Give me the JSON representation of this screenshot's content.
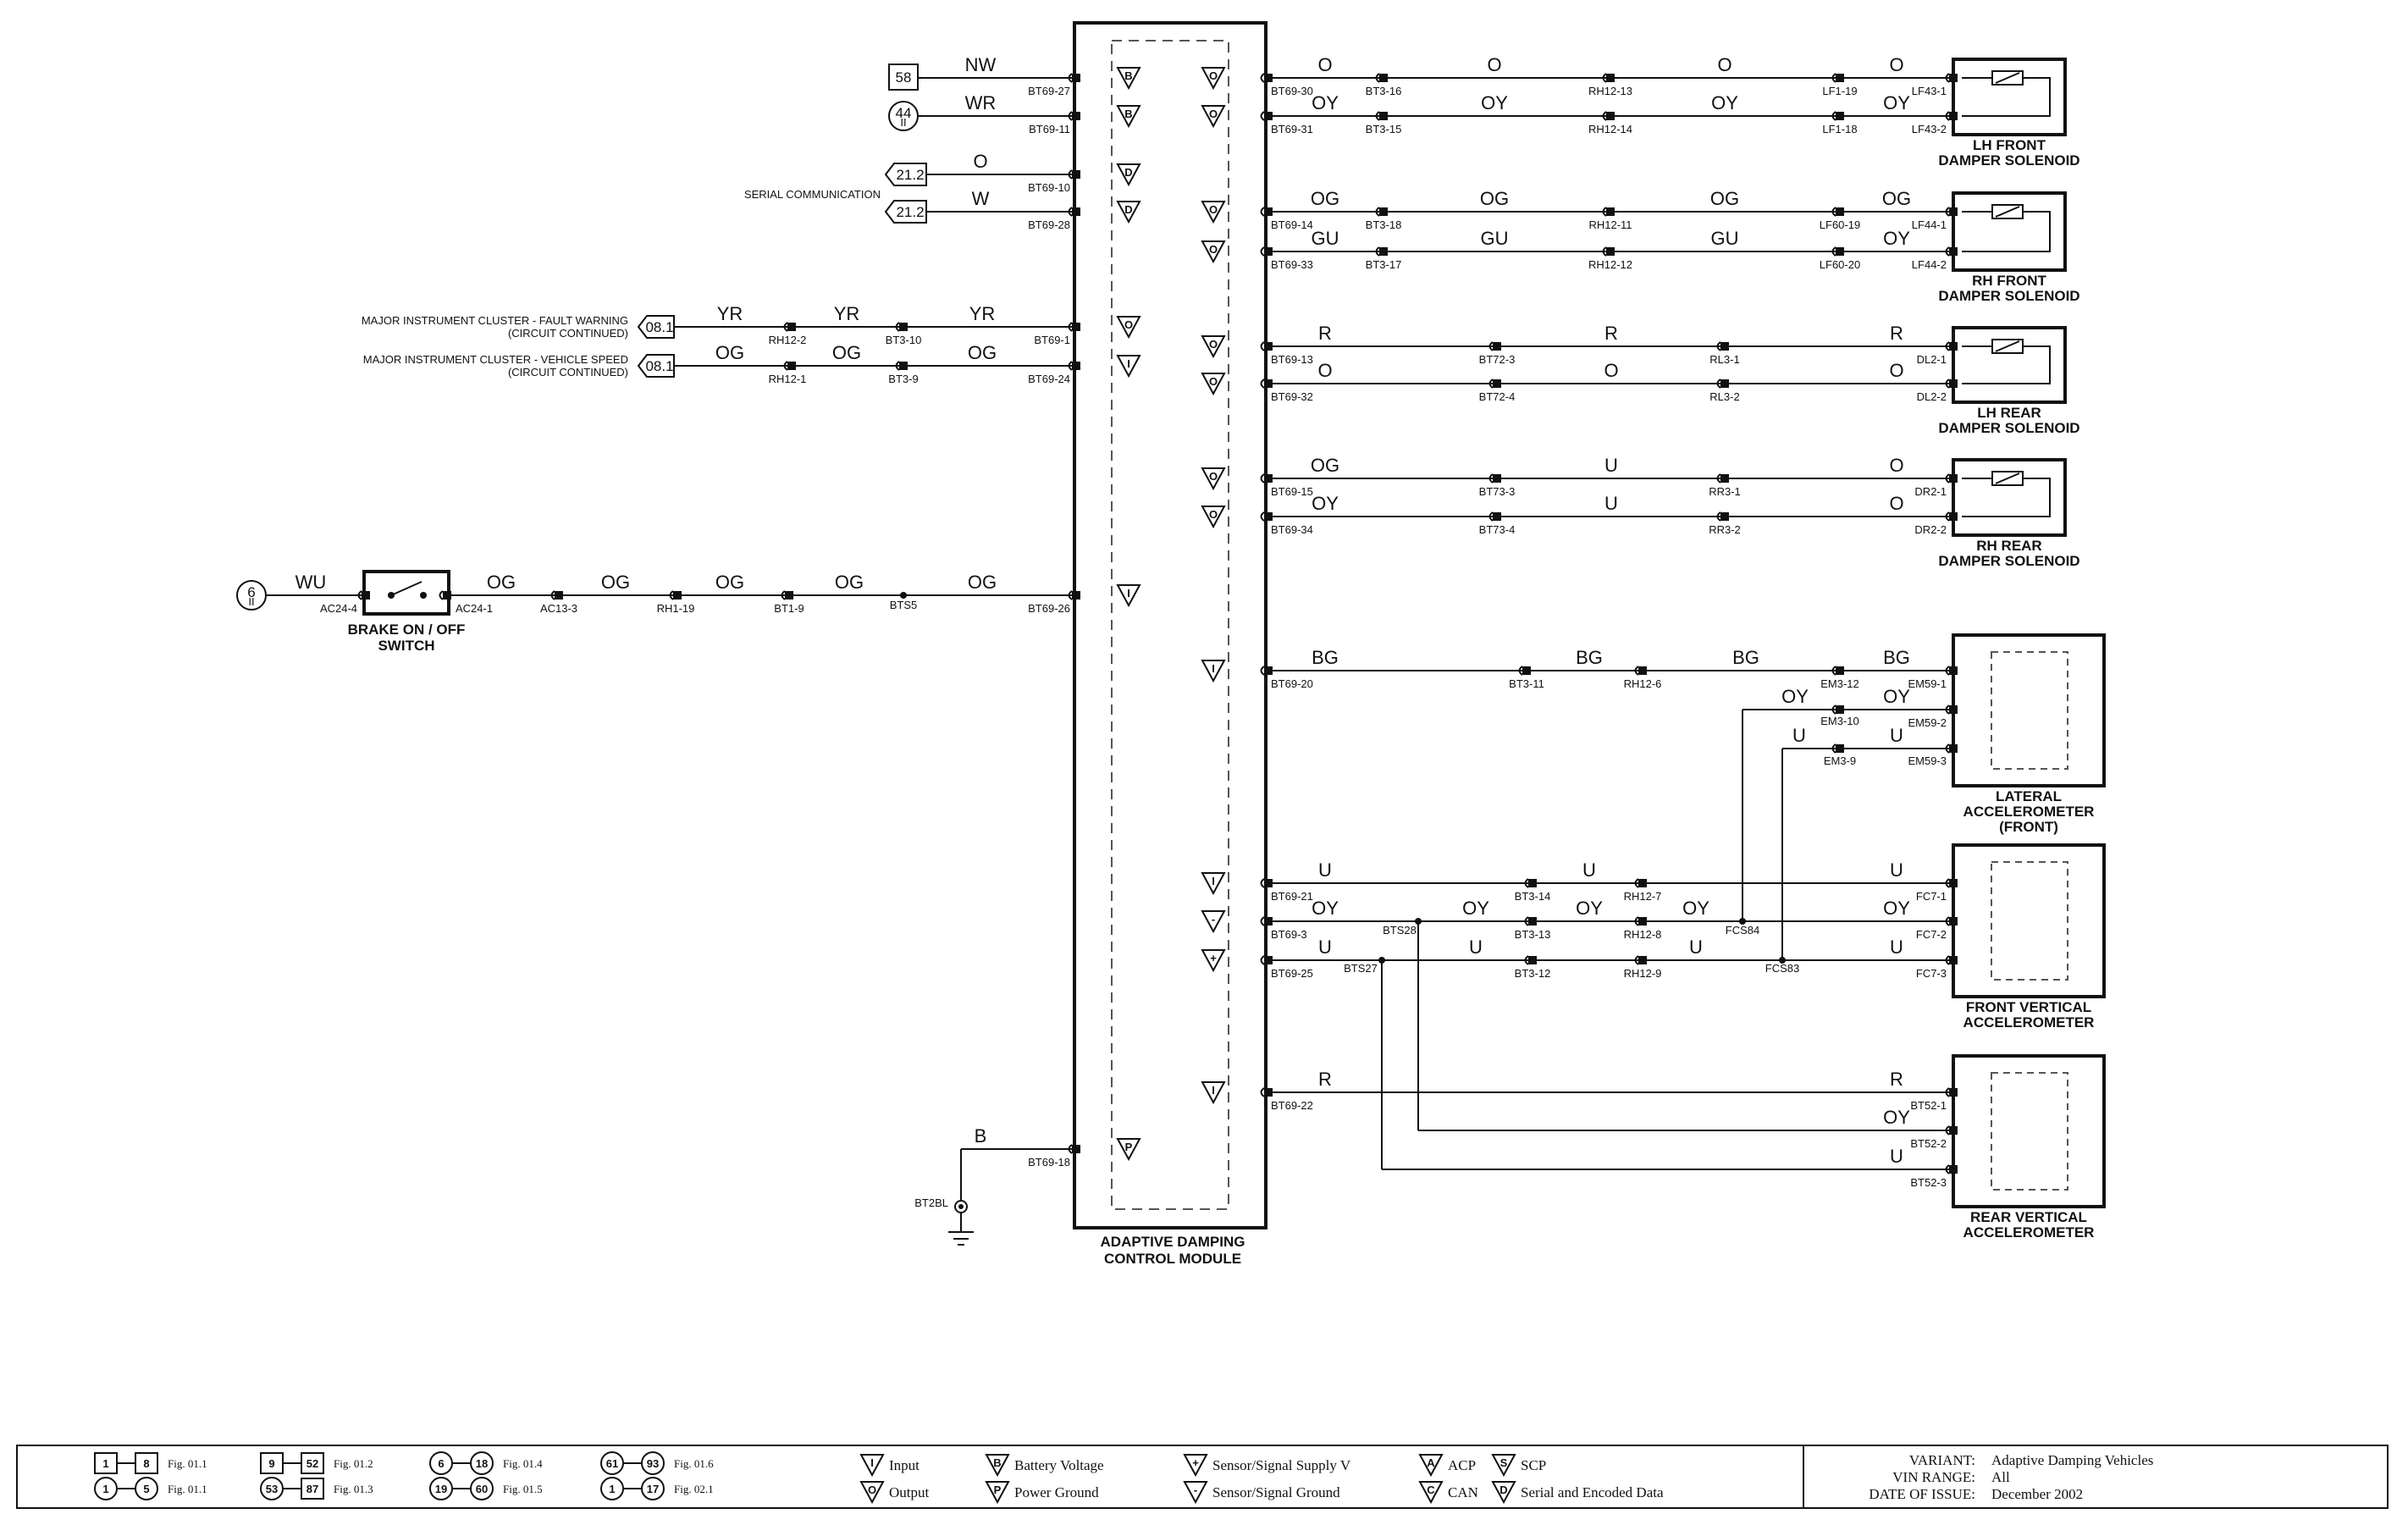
{
  "module": {
    "name_line1": "ADAPTIVE DAMPING",
    "name_line2": "CONTROL MODULE"
  },
  "left_refs": [
    {
      "label": "58",
      "shape": "square",
      "wire": "NW",
      "pin": "BT69-27",
      "io": "B"
    },
    {
      "label": "44",
      "sub": "II",
      "shape": "circle",
      "wire": "WR",
      "pin": "BT69-11",
      "io": "B"
    },
    {
      "label": "21.2",
      "shape": "arrow",
      "wire": "O",
      "pin": "BT69-10",
      "io": "D"
    },
    {
      "label": "21.2",
      "shape": "arrow",
      "wire": "W",
      "pin": "BT69-28",
      "io": "D"
    }
  ],
  "serial_label": "SERIAL COMMUNICATION",
  "cluster": [
    {
      "ref": "08.1",
      "desc1": "MAJOR INSTRUMENT CLUSTER - FAULT WARNING",
      "desc2": "(CIRCUIT CONTINUED)",
      "wire": "YR",
      "c1": "RH12-2",
      "c2": "BT3-10",
      "pin": "BT69-1",
      "io": "O"
    },
    {
      "ref": "08.1",
      "desc1": "MAJOR INSTRUMENT CLUSTER - VEHICLE SPEED",
      "desc2": "(CIRCUIT CONTINUED)",
      "wire": "OG",
      "c1": "RH12-1",
      "c2": "BT3-9",
      "pin": "BT69-24",
      "io": "I"
    }
  ],
  "brake": {
    "ref": "6",
    "ref_sub": "II",
    "wire_in": "WU",
    "pin_in": "AC24-4",
    "pin_out": "AC24-1",
    "wire": "OG",
    "c1": "AC13-3",
    "c2": "RH1-19",
    "c3": "BT1-9",
    "splice": "BTS5",
    "pin": "BT69-26",
    "io": "I",
    "name1": "BRAKE ON / OFF",
    "name2": "SWITCH"
  },
  "ground": {
    "wire": "B",
    "pin": "BT69-18",
    "io": "P",
    "label": "BT2BL"
  },
  "solenoids": [
    {
      "name1": "LH FRONT",
      "name2": "DAMPER SOLENOID",
      "rows": [
        {
          "pin": "BT69-30",
          "io": "O",
          "c": [
            "BT3-16",
            "RH12-13",
            "LF1-19",
            "LF43-1"
          ],
          "w": [
            "O",
            "O",
            "O",
            "O"
          ]
        },
        {
          "pin": "BT69-31",
          "io": "O",
          "c": [
            "BT3-15",
            "RH12-14",
            "LF1-18",
            "LF43-2"
          ],
          "w": [
            "OY",
            "OY",
            "OY",
            "OY"
          ]
        }
      ]
    },
    {
      "name1": "RH FRONT",
      "name2": "DAMPER SOLENOID",
      "rows": [
        {
          "pin": "BT69-14",
          "io": "O",
          "c": [
            "BT3-18",
            "RH12-11",
            "LF60-19",
            "LF44-1"
          ],
          "w": [
            "OG",
            "OG",
            "OG",
            "OG"
          ]
        },
        {
          "pin": "BT69-33",
          "io": "O",
          "c": [
            "BT3-17",
            "RH12-12",
            "LF60-20",
            "LF44-2"
          ],
          "w": [
            "GU",
            "GU",
            "GU",
            "OY"
          ]
        }
      ]
    },
    {
      "name1": "LH REAR",
      "name2": "DAMPER SOLENOID",
      "rows": [
        {
          "pin": "BT69-13",
          "io": "O",
          "c": [
            "BT72-3",
            "RL3-1",
            "DL2-1"
          ],
          "w": [
            "R",
            "R",
            "R"
          ]
        },
        {
          "pin": "BT69-32",
          "io": "O",
          "c": [
            "BT72-4",
            "RL3-2",
            "DL2-2"
          ],
          "w": [
            "O",
            "O",
            "O"
          ]
        }
      ]
    },
    {
      "name1": "RH REAR",
      "name2": "DAMPER SOLENOID",
      "rows": [
        {
          "pin": "BT69-15",
          "io": "O",
          "c": [
            "BT73-3",
            "RR3-1",
            "DR2-1"
          ],
          "w": [
            "OG",
            "U",
            "O"
          ]
        },
        {
          "pin": "BT69-34",
          "io": "O",
          "c": [
            "BT73-4",
            "RR3-2",
            "DR2-2"
          ],
          "w": [
            "OY",
            "U",
            "O"
          ]
        }
      ]
    }
  ],
  "accel": {
    "lateral": {
      "name1": "LATERAL",
      "name2": "ACCELEROMETER",
      "name3": "(FRONT)",
      "pin": "BT69-20",
      "io": "I",
      "c": [
        "BT3-11",
        "RH12-6",
        "EM3-12",
        "EM59-1"
      ],
      "w": [
        "BG",
        "BG",
        "BG",
        "BG"
      ],
      "row2": {
        "c": [
          "EM3-10",
          "EM59-2"
        ],
        "w": [
          "OY",
          "OY"
        ]
      },
      "row3": {
        "c": [
          "EM3-9",
          "EM59-3"
        ],
        "w": [
          "U",
          "U"
        ]
      }
    },
    "front": {
      "name1": "FRONT VERTICAL",
      "name2": "ACCELEROMETER",
      "rows": [
        {
          "pin": "BT69-21",
          "io": "I",
          "c": [
            "BT3-14",
            "RH12-7",
            "FC7-1"
          ],
          "w": [
            "U",
            "U",
            "U"
          ]
        },
        {
          "pin": "BT69-3",
          "io": "-",
          "c": [
            "BT3-13",
            "RH12-8",
            "FC7-2"
          ],
          "w": [
            "OY",
            "OY",
            "OY",
            "OY",
            "OY"
          ],
          "s1": "BTS28",
          "s2": "FCS84"
        },
        {
          "pin": "BT69-25",
          "io": "+",
          "c": [
            "BT3-12",
            "RH12-9",
            "FC7-3"
          ],
          "w": [
            "U",
            "U",
            "U",
            "U"
          ],
          "s1": "BTS27",
          "s2": "FCS83"
        }
      ]
    },
    "rear": {
      "name1": "REAR VERTICAL",
      "name2": "ACCELEROMETER",
      "pin": "BT69-22",
      "io": "I",
      "w": [
        "R",
        "OY",
        "U"
      ],
      "c": [
        "BT52-1",
        "BT52-2",
        "BT52-3"
      ]
    }
  },
  "legend": {
    "figs": [
      {
        "a": "1",
        "b": "8",
        "fig": "Fig. 01.1",
        "ca": "1",
        "cb": "5",
        "fig2": "Fig. 01.1"
      },
      {
        "a": "9",
        "b": "52",
        "fig": "Fig. 01.2",
        "ca": "53",
        "cb": "87",
        "fig2": "Fig. 01.3"
      },
      {
        "a": "6",
        "b": "18",
        "fig": "Fig. 01.4",
        "ca": "19",
        "cb": "60",
        "fig2": "Fig. 01.5"
      },
      {
        "a": "61",
        "b": "93",
        "fig": "Fig. 01.6",
        "ca": "1",
        "cb": "17",
        "fig2": "Fig. 02.1"
      }
    ],
    "symbols": [
      {
        "sym": "I",
        "label": "Input"
      },
      {
        "sym": "O",
        "label": "Output"
      },
      {
        "sym": "B",
        "label": "Battery Voltage"
      },
      {
        "sym": "P",
        "label": "Power Ground"
      },
      {
        "sym": "+",
        "label": "Sensor/Signal Supply V"
      },
      {
        "sym": "-",
        "label": "Sensor/Signal Ground"
      },
      {
        "sym": "A",
        "label": "ACP"
      },
      {
        "sym": "C",
        "label": "CAN"
      },
      {
        "sym": "S",
        "label": "SCP"
      },
      {
        "sym": "D",
        "label": "Serial and Encoded Data"
      }
    ],
    "variant_label": "VARIANT:",
    "variant": "Adaptive Damping Vehicles",
    "vin_label": "VIN RANGE:",
    "vin": "All",
    "date_label": "DATE OF ISSUE:",
    "date": "December 2002"
  }
}
